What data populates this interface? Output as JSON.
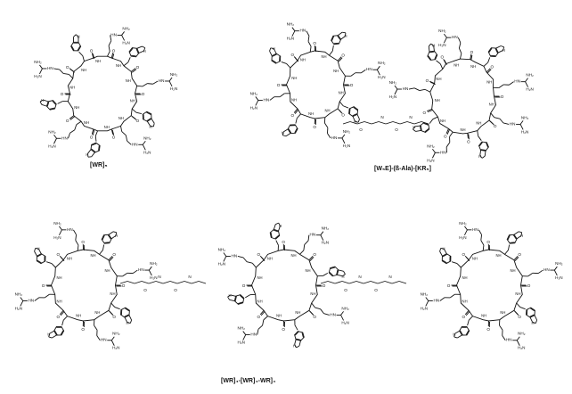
{
  "captions": {
    "left_top": "[WR]₅",
    "right_top": "[W₅E]-(ß-Ala)-[KR₅]",
    "bottom": "[WR]₄-[WR]₄-WR]₄"
  },
  "atom_labels": {
    "nh2": "NH₂",
    "hn": "HN",
    "h2n": "H₂N",
    "nh": "NH",
    "o": "O",
    "n": "N",
    "h": "H"
  }
}
